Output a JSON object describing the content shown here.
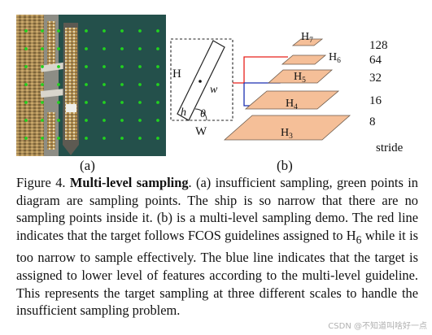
{
  "panel_a": {
    "label": "(a)"
  },
  "panel_b": {
    "label": "(b)",
    "box": {
      "height_label": "H",
      "width_label": "W",
      "h_label": "h",
      "w_label": "w",
      "angle_label": "θ"
    },
    "levels": [
      {
        "name": "H",
        "sub": "7",
        "stride": "128"
      },
      {
        "name": "H",
        "sub": "6",
        "stride": "64"
      },
      {
        "name": "H",
        "sub": "5",
        "stride": "32"
      },
      {
        "name": "H",
        "sub": "4",
        "stride": "16"
      },
      {
        "name": "H",
        "sub": "3",
        "stride": "8"
      }
    ],
    "stride_label": "stride",
    "colors": {
      "plane": "#f5bf98",
      "red_line": "#e8201a",
      "blue_line": "#1b2fb0"
    }
  },
  "caption": {
    "prefix": "Figure 4. ",
    "title": "Multi-level sampling",
    "part1": ". (a) insufficient sampling, green points in diagram are sampling points. The ship is so narrow that there are no sampling points inside it. (b) is a multi-level sampling demo. The red line indicates that the target follows FCOS guidelines assigned to H",
    "sub": "6",
    "part2": " while it is too narrow to sample effectively. The blue line indicates that the target is assigned to lower level of features according to the multi-level guideline. This represents the target sampling at three different scales to handle the insufficient sampling problem."
  },
  "watermark": "CSDN @不知道叫啥好一点"
}
